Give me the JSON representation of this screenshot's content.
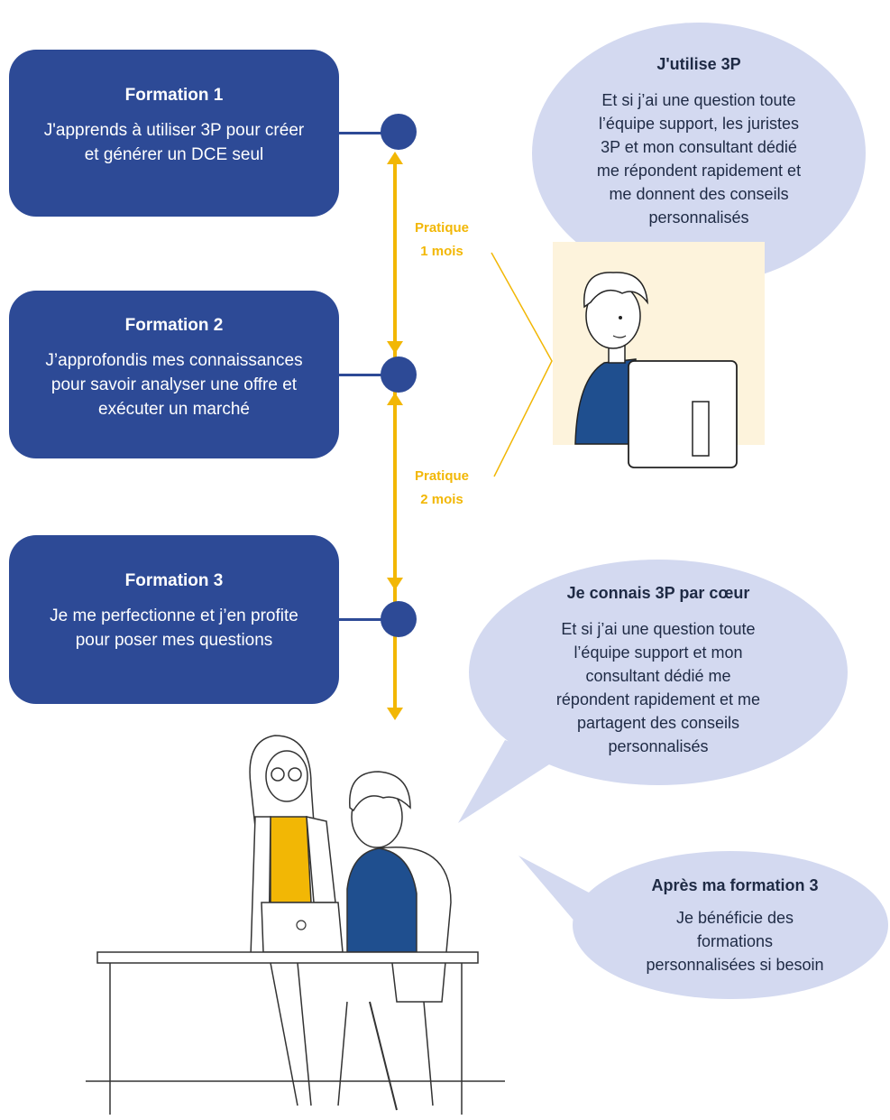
{
  "formations": [
    {
      "title": "Formation 1",
      "text_lines": [
        "J'apprends à utiliser 3P pour créer",
        "et générer un DCE seul"
      ]
    },
    {
      "title": "Formation 2",
      "text_lines": [
        "J’approfondis mes connaissances",
        "pour savoir analyser une offre et",
        "exécuter un marché"
      ]
    },
    {
      "title": "Formation 3",
      "text_lines": [
        "Je me perfectionne et j’en profite",
        "pour poser mes questions"
      ]
    }
  ],
  "practice": [
    {
      "line1": "Pratique",
      "line2": "1 mois"
    },
    {
      "line1": "Pratique",
      "line2": "2 mois"
    }
  ],
  "bubbles": [
    {
      "title": "J'utilise 3P",
      "text_lines": [
        "Et si j’ai une question toute",
        "l’équipe support, les juristes",
        "3P et mon consultant dédié",
        "me répondent rapidement et",
        "me donnent des conseils",
        "personnalisés"
      ]
    },
    {
      "title": "Je connais 3P par cœur",
      "text_lines": [
        "Et si j’ai une question toute",
        "l’équipe support et mon",
        "consultant dédié me",
        "répondent rapidement et me",
        "partagent des conseils",
        "personnalisés"
      ]
    },
    {
      "title": "Après ma formation 3",
      "text_lines": [
        "Je bénéficie des",
        "formations",
        "personnalisées si besoin"
      ]
    }
  ],
  "colors": {
    "box": "#2d4a96",
    "accent": "#f2b705",
    "bubble": "#d3d9f0",
    "desk_bg": "#fdf3dc"
  }
}
